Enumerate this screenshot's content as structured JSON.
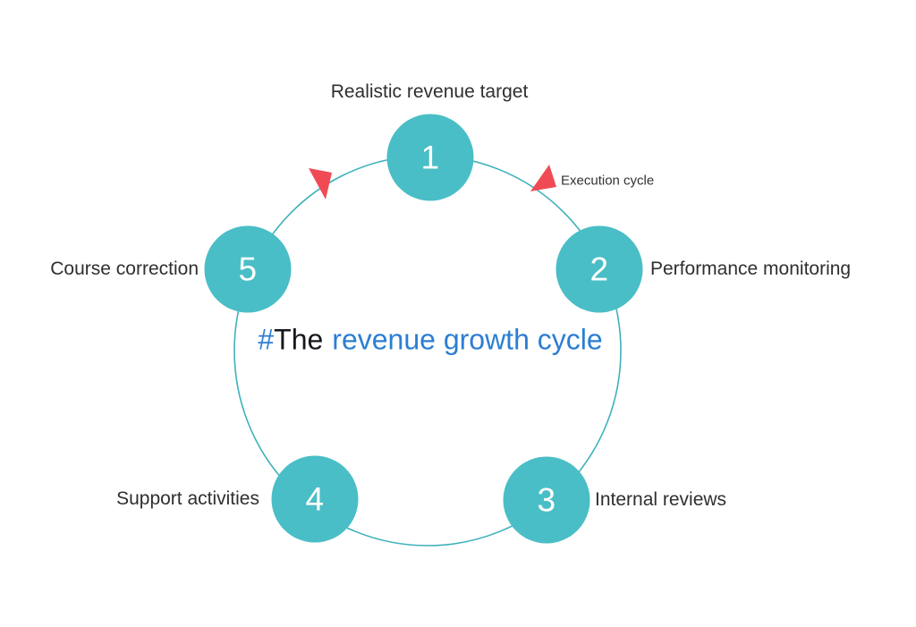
{
  "title": {
    "hash": "#",
    "the": "The",
    "rest": "revenue growth cycle"
  },
  "cycle_label": "Execution cycle",
  "steps": [
    {
      "number": "1",
      "label": "Realistic revenue target"
    },
    {
      "number": "2",
      "label": "Performance monitoring"
    },
    {
      "number": "3",
      "label": "Internal reviews"
    },
    {
      "number": "4",
      "label": "Support activities"
    },
    {
      "number": "5",
      "label": "Course correction"
    }
  ],
  "colors": {
    "node_teal": "#4ABEC6",
    "ring_stroke": "#3EB1BB",
    "arrow_red": "#F04B55",
    "title_blue": "#2B7ED2",
    "title_dark": "#16161D",
    "label_text": "#2F2F2F",
    "number_text": "#FFFFFF",
    "background": "#FFFFFF"
  }
}
